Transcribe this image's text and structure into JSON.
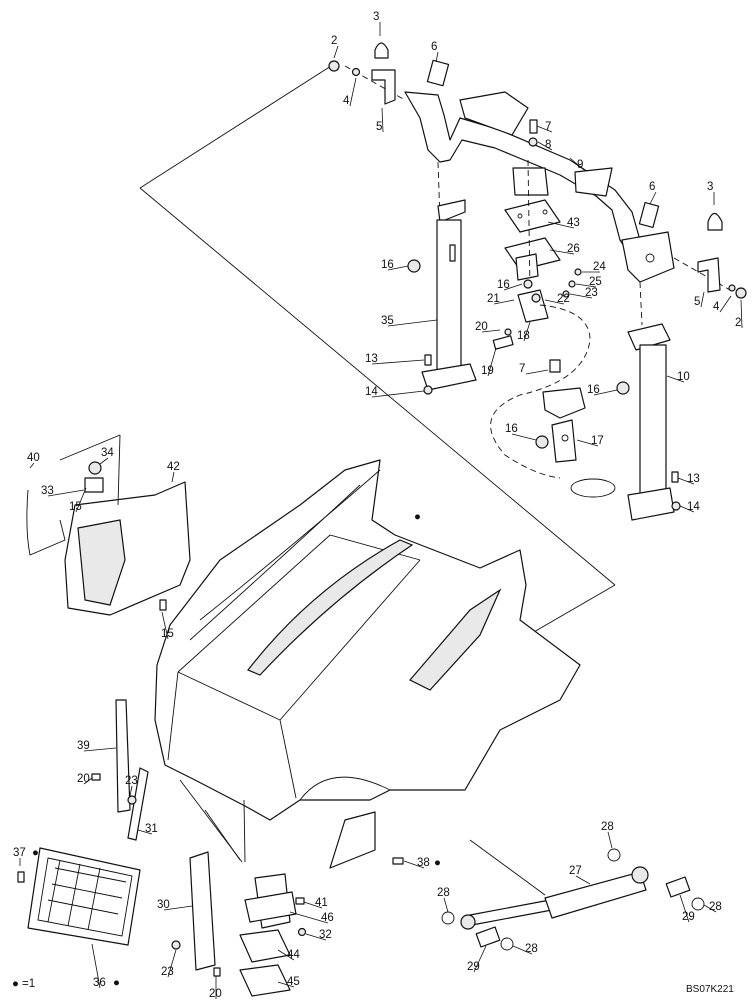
{
  "drawing": {
    "reference_code": "BS07K221",
    "legend": {
      "symbol": "●",
      "text": "=1"
    },
    "callouts": [
      {
        "id": "c2a",
        "text": "2"
      },
      {
        "id": "c3a",
        "text": "3"
      },
      {
        "id": "c4a",
        "text": "4"
      },
      {
        "id": "c5a",
        "text": "5"
      },
      {
        "id": "c6a",
        "text": "6"
      },
      {
        "id": "c7a",
        "text": "7"
      },
      {
        "id": "c8",
        "text": "8"
      },
      {
        "id": "c9",
        "text": "9"
      },
      {
        "id": "c6b",
        "text": "6"
      },
      {
        "id": "c3b",
        "text": "3"
      },
      {
        "id": "c43",
        "text": "43"
      },
      {
        "id": "c26",
        "text": "26"
      },
      {
        "id": "c24",
        "text": "24"
      },
      {
        "id": "c25",
        "text": "25"
      },
      {
        "id": "c23a",
        "text": "23"
      },
      {
        "id": "c16a",
        "text": "16"
      },
      {
        "id": "c16b",
        "text": "16"
      },
      {
        "id": "c21",
        "text": "21"
      },
      {
        "id": "c22",
        "text": "22"
      },
      {
        "id": "c20a",
        "text": "20"
      },
      {
        "id": "c18",
        "text": "18"
      },
      {
        "id": "c35",
        "text": "35"
      },
      {
        "id": "c19",
        "text": "19"
      },
      {
        "id": "c13a",
        "text": "13"
      },
      {
        "id": "c14a",
        "text": "14"
      },
      {
        "id": "c7b",
        "text": "7"
      },
      {
        "id": "c16c",
        "text": "16"
      },
      {
        "id": "c10",
        "text": "10"
      },
      {
        "id": "c16d",
        "text": "16"
      },
      {
        "id": "c17",
        "text": "17"
      },
      {
        "id": "c5b",
        "text": "5"
      },
      {
        "id": "c4b",
        "text": "4"
      },
      {
        "id": "c2b",
        "text": "2"
      },
      {
        "id": "c13b",
        "text": "13"
      },
      {
        "id": "c14b",
        "text": "14"
      },
      {
        "id": "c40",
        "text": "40"
      },
      {
        "id": "c34",
        "text": "34"
      },
      {
        "id": "c33",
        "text": "33"
      },
      {
        "id": "c15a",
        "text": "15"
      },
      {
        "id": "c42",
        "text": "42"
      },
      {
        "id": "c15b",
        "text": "15"
      },
      {
        "id": "c39",
        "text": "39"
      },
      {
        "id": "c20b",
        "text": "20"
      },
      {
        "id": "c23b",
        "text": "23"
      },
      {
        "id": "c31",
        "text": "31"
      },
      {
        "id": "c37",
        "text": "37"
      },
      {
        "id": "c38",
        "text": "38"
      },
      {
        "id": "c30",
        "text": "30"
      },
      {
        "id": "c41",
        "text": "41"
      },
      {
        "id": "c46",
        "text": "46"
      },
      {
        "id": "c32",
        "text": "32"
      },
      {
        "id": "c44",
        "text": "44"
      },
      {
        "id": "c45",
        "text": "45"
      },
      {
        "id": "c23c",
        "text": "23"
      },
      {
        "id": "c20c",
        "text": "20"
      },
      {
        "id": "c36",
        "text": "36"
      },
      {
        "id": "c28a",
        "text": "28"
      },
      {
        "id": "c27",
        "text": "27"
      },
      {
        "id": "c28b",
        "text": "28"
      },
      {
        "id": "c29a",
        "text": "29"
      },
      {
        "id": "c28c",
        "text": "28"
      },
      {
        "id": "c29b",
        "text": "29"
      },
      {
        "id": "c28d",
        "text": "28"
      }
    ],
    "markers": [
      {
        "id": "m-hood",
        "text": "●"
      },
      {
        "id": "m37",
        "text": "●"
      },
      {
        "id": "m38",
        "text": "●"
      },
      {
        "id": "m36",
        "text": "●"
      }
    ]
  }
}
